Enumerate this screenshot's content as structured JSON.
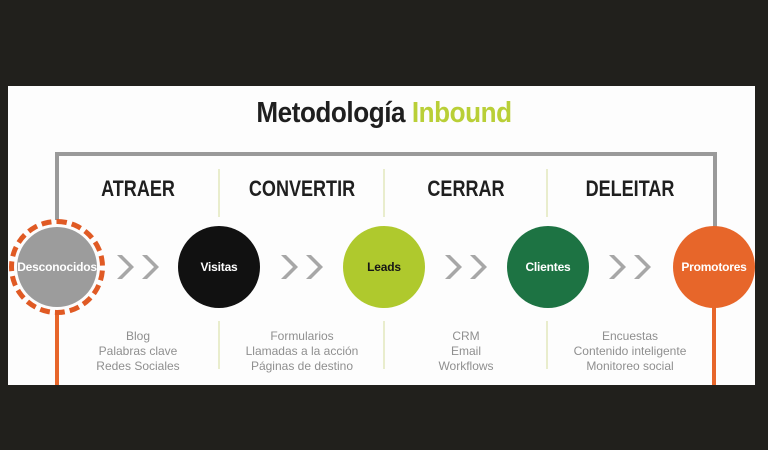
{
  "title": {
    "main": "Metodología",
    "accent": "Inbound"
  },
  "stages": [
    {
      "label": "ATRAER",
      "items": [
        "Blog",
        "Palabras clave",
        "Redes Sociales"
      ]
    },
    {
      "label": "CONVERTIR",
      "items": [
        "Formularios",
        "Llamadas a la acción",
        "Páginas de destino"
      ]
    },
    {
      "label": "CERRAR",
      "items": [
        "CRM",
        "Email",
        "Workflows"
      ]
    },
    {
      "label": "DELEITAR",
      "items": [
        "Encuestas",
        "Contenido inteligente",
        "Monitoreo social"
      ]
    }
  ],
  "nodes": [
    {
      "label": "Desconocidos"
    },
    {
      "label": "Visitas"
    },
    {
      "label": "Leads"
    },
    {
      "label": "Clientes"
    },
    {
      "label": "Promotores"
    }
  ],
  "colors": {
    "background": "#21201c",
    "panel": "#fdfdfd",
    "accent_lime": "#b9cf37",
    "node_gray": "#9c9c9c",
    "node_black": "#111111",
    "node_lime": "#afc92d",
    "node_green": "#1d7343",
    "node_orange": "#e7662a",
    "dashed_ring_orange": "#e05a24",
    "bracket_gray": "#9a9a9a",
    "chevron_gray": "#a7a7a7",
    "divider": "#e9edcd",
    "list_text": "#8f8f8f",
    "heading_text": "#1f1f1f"
  }
}
